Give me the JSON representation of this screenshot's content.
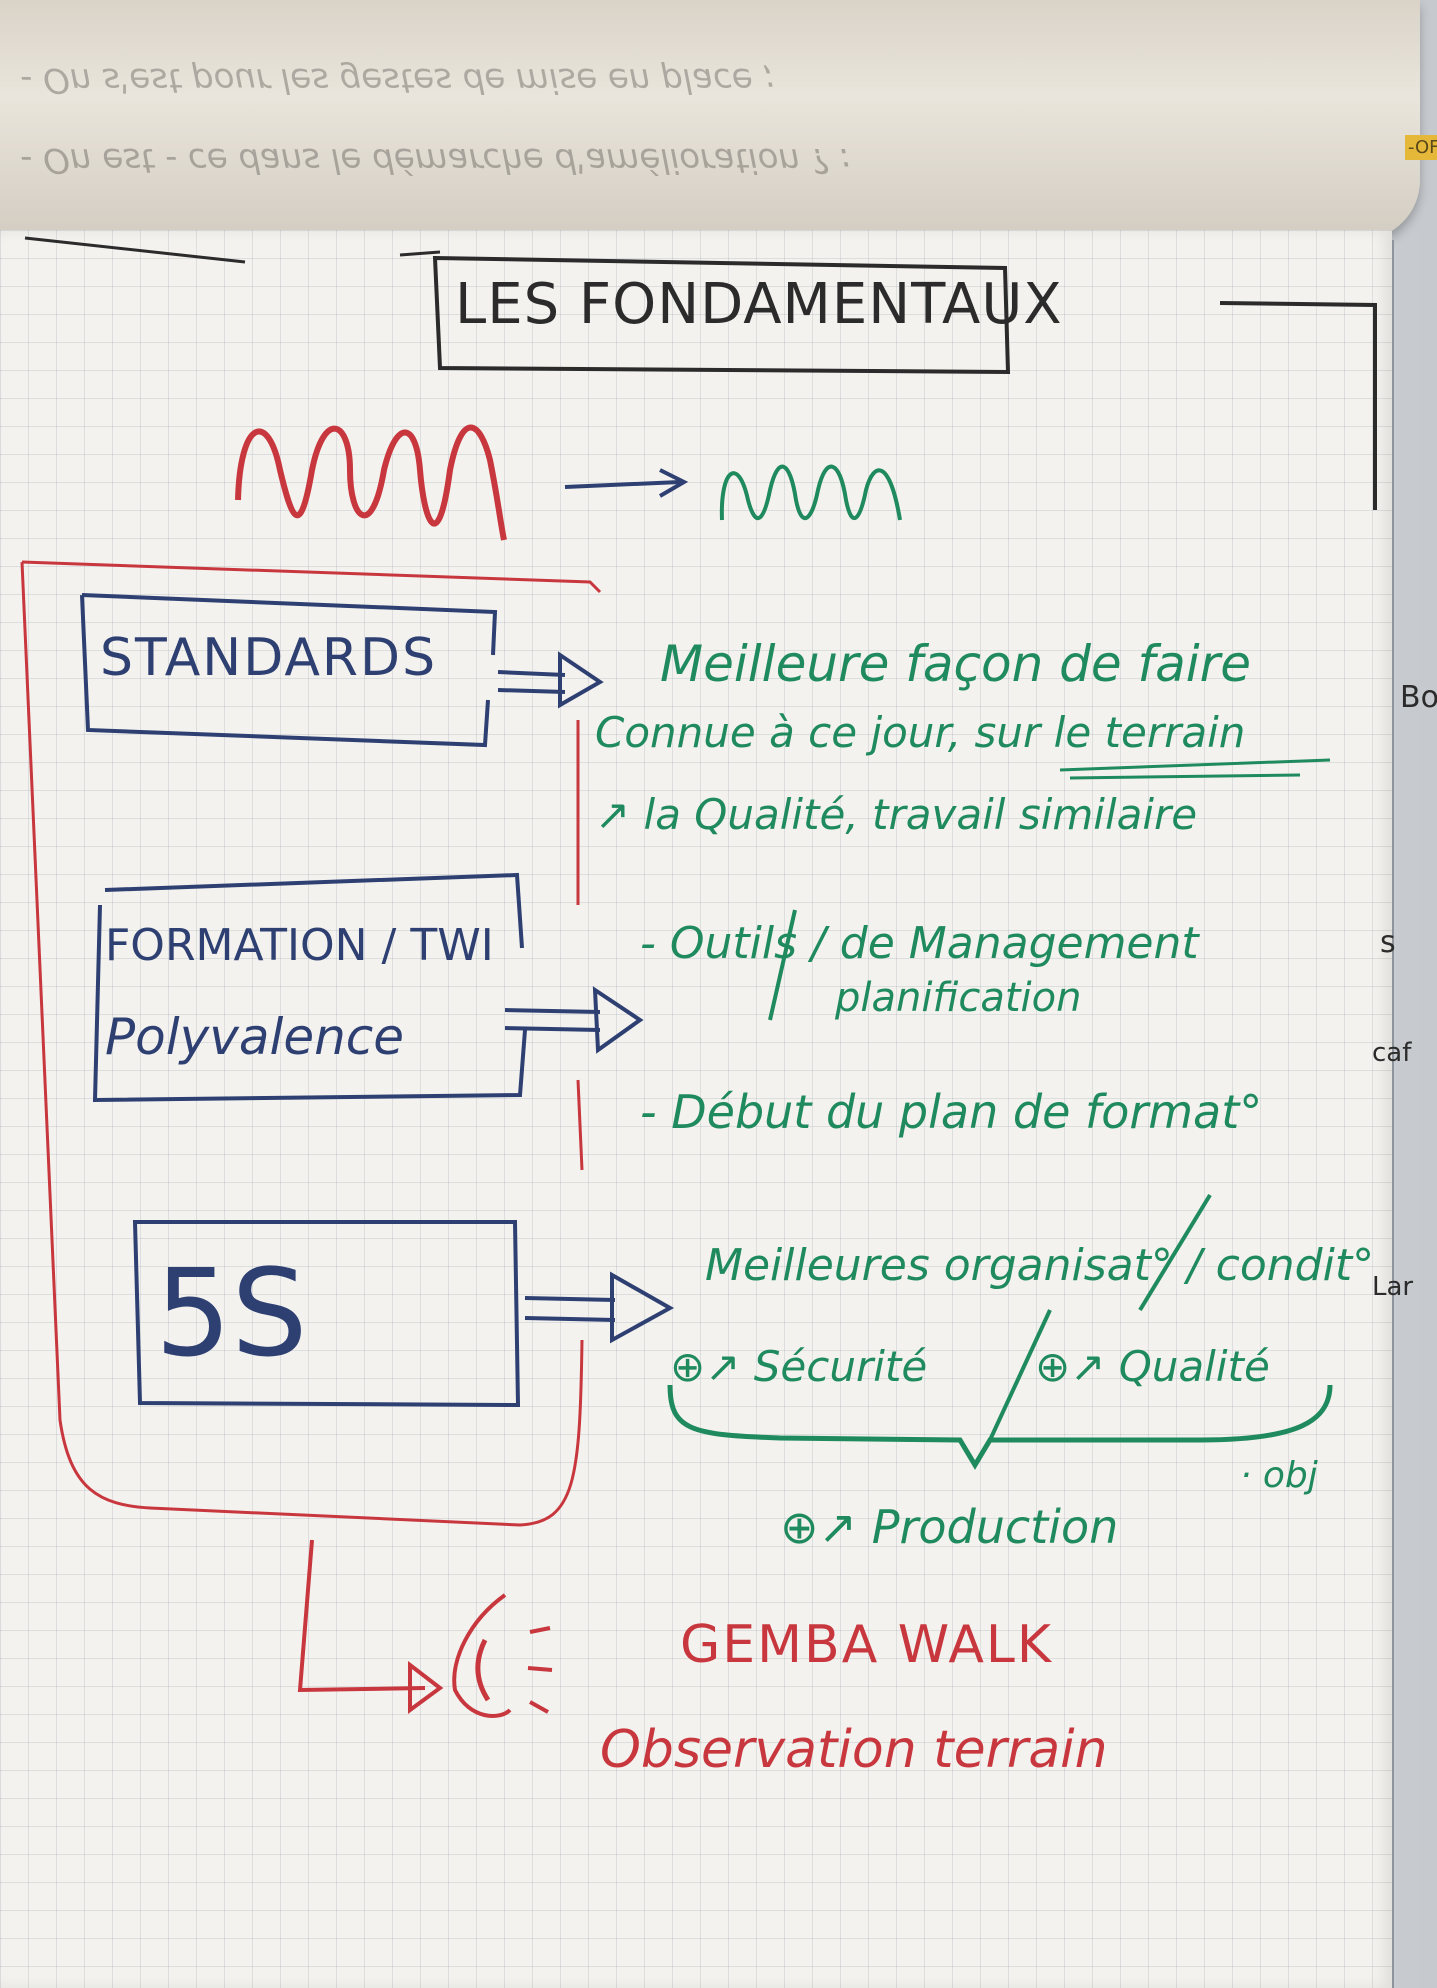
{
  "top_sheet": {
    "line1": "- On s'est pour les gestes de mise en place ;",
    "line2": "- On est - ce dans le démarche d'amélioration ? :"
  },
  "title": "LES FONDAMENTAUX",
  "boxes": {
    "standards": "STANDARDS",
    "formation_line1": "FORMATION / TWI",
    "formation_line2": "Polyvalence",
    "five_s": "5S"
  },
  "standards_notes": {
    "line1": "Meilleure façon de faire",
    "line2": "Connue à ce jour, sur le terrain",
    "line3": "↗ la Qualité, travail similaire"
  },
  "formation_notes": {
    "line1": "- Outils / de Management",
    "line2": "planification",
    "line3": "- Début du plan de format°"
  },
  "five_s_notes": {
    "line1": "Meilleures organisat° / condit°",
    "securite": "⊕↗ Sécurité",
    "qualite": "⊕↗ Qualité",
    "obj": "· obj",
    "production": "⊕↗ Production"
  },
  "gemba": {
    "line1": "GEMBA WALK",
    "line2": "Observation terrain"
  },
  "edge_fragments": {
    "bo": "Bo",
    "s": "s",
    "caf": "caf",
    "lar": "Lar",
    "tag": "-OF"
  },
  "colors": {
    "red": "#c8373e",
    "blue": "#2e3f72",
    "green": "#1f8a5d",
    "black": "#2b2b2b",
    "paper": "#f3f2ee"
  }
}
